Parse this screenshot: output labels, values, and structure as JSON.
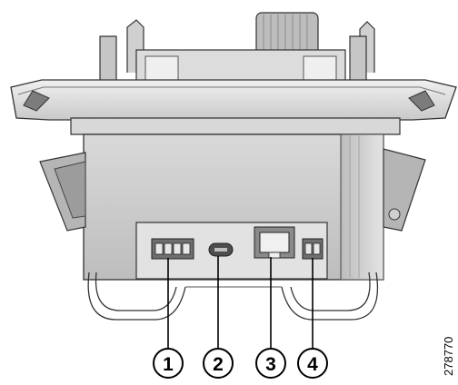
{
  "figure_id": "278770",
  "callouts": [
    {
      "number": "1",
      "target": "power-connector"
    },
    {
      "number": "2",
      "target": "mini-usb-port"
    },
    {
      "number": "3",
      "target": "ethernet-port"
    },
    {
      "number": "4",
      "target": "aux-connector"
    }
  ],
  "colors": {
    "body": "#cfcfcf",
    "body_dark": "#9a9a9a",
    "shadow": "#8c8c8c",
    "outline": "#333333",
    "panel": "#e2e2e2",
    "background": "#ffffff"
  }
}
